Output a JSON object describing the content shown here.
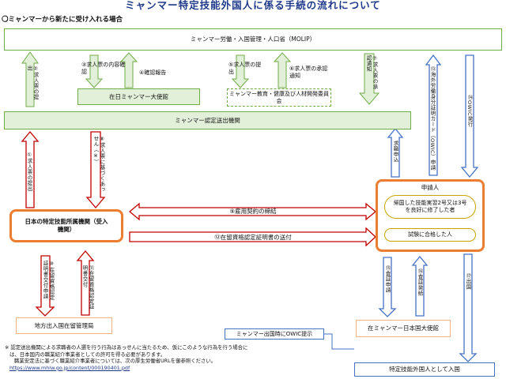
{
  "title": "ミャンマー特定技能外国人に係る手続の流れについて",
  "subtitle": "〇ミャンマーから新たに受け入れる場合",
  "boxes": {
    "molip": "ミャンマー労働・入国管理・人口省（MOLIP）",
    "embassy_myanmar": "在日ミャンマー大使館",
    "education_committee": "ミャンマー教育・健康及び人材開発委員会",
    "sending_org": "ミャンマー認定送出機関",
    "japan_org": "日本の特定技能所属機関（受入機関）",
    "immigration": "地方出入国在留管理局",
    "applicant": "申請人",
    "applicant_sub1": "帰国した技能実習2号又は3号を良好に修了した者",
    "applicant_sub2": "試験に合格した人",
    "embassy_japan": "在ミャンマー日本国大使館",
    "owic_notice": "ミャンマー出国時にOWIC提示",
    "entry": "特定技能外国人として入国"
  },
  "steps": {
    "s1": "①求人票の提出",
    "s2": "②求人票の提出",
    "s3": "③求人票の内容確認",
    "s4": "④確認報告",
    "s5": "⑤求人票の提出",
    "s6": "⑥求人票の承認通知",
    "s7": "⑦求人票の承認通知",
    "s8": "⑧求人票に基づくあっせん（※）",
    "s9": "⑨雇用契約の締結",
    "s10": "⑩在留資格認定証明書交付申請",
    "s11": "⑪在留資格認定証明書交付",
    "s12": "⑫在留資格認定証明書の送付",
    "s13": "⑬海外労働身分証明カード（OWIC）申請",
    "s14": "⑭OWIC発行",
    "s15": "⑮査証申請",
    "s16": "⑯査証発給",
    "s17": "⑰出国",
    "job_apply": "求職申込"
  },
  "notes": {
    "line1": "※  認定送出機関による求職者の人選を行う行為はあっせんに当たるため、仮にこのような行為を行う場合に",
    "line2": "は、日本国内の職業紹介事業者としての許可を得る必要があります。",
    "line3": "職業安定法に基づく職業紹介事業者については、次の厚生労働省URLを御参照ください。",
    "url": "https://www.mhlw.go.jp/content/000190401.pdf"
  },
  "colors": {
    "green_arrow": "#70ad47",
    "blue_arrow": "#4472c4",
    "red_arrow": "#c00000",
    "orange": "#ed7d31",
    "title_blue": "#1f3a8a"
  }
}
